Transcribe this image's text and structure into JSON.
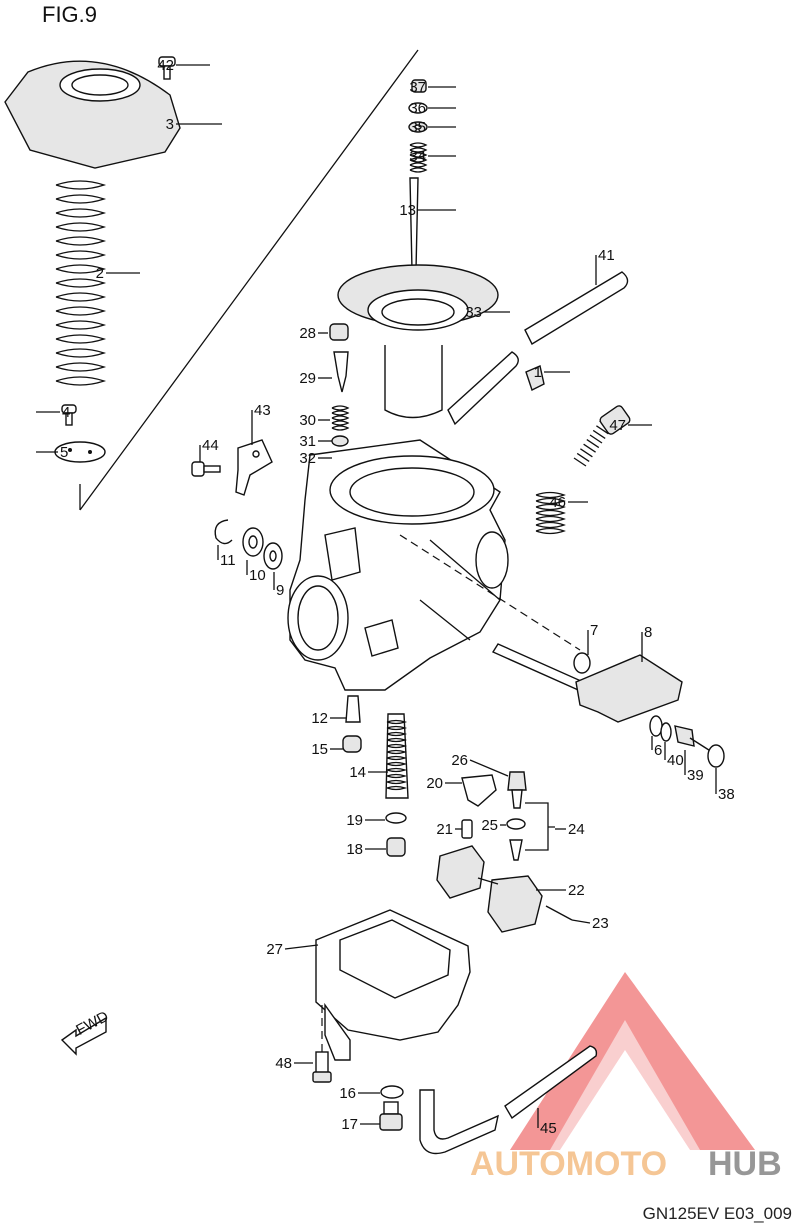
{
  "figure_title": "FIG.9",
  "drawing_code": "GN125EV E03_009",
  "fwd_label": "FWD",
  "watermark": {
    "text_part1": "AUTOMOTO",
    "text_part2": "HUB",
    "color_orange": "#f5c08a",
    "color_red": "#f28b8b",
    "color_gray": "#8c8c8c"
  },
  "callouts": [
    {
      "id": "42",
      "text": "42"
    },
    {
      "id": "3",
      "text": "3"
    },
    {
      "id": "2",
      "text": "2"
    },
    {
      "id": "4",
      "text": "4"
    },
    {
      "id": "5",
      "text": "5"
    },
    {
      "id": "37",
      "text": "37"
    },
    {
      "id": "36",
      "text": "36"
    },
    {
      "id": "35",
      "text": "35"
    },
    {
      "id": "34",
      "text": "34"
    },
    {
      "id": "13",
      "text": "13"
    },
    {
      "id": "41",
      "text": "41"
    },
    {
      "id": "33",
      "text": "33"
    },
    {
      "id": "28",
      "text": "28"
    },
    {
      "id": "1",
      "text": "1"
    },
    {
      "id": "29",
      "text": "29"
    },
    {
      "id": "43",
      "text": "43"
    },
    {
      "id": "30",
      "text": "30"
    },
    {
      "id": "47",
      "text": "47"
    },
    {
      "id": "44",
      "text": "44"
    },
    {
      "id": "31",
      "text": "31"
    },
    {
      "id": "32",
      "text": "32"
    },
    {
      "id": "46",
      "text": "46"
    },
    {
      "id": "11",
      "text": "11"
    },
    {
      "id": "10",
      "text": "10"
    },
    {
      "id": "9",
      "text": "9"
    },
    {
      "id": "7",
      "text": "7"
    },
    {
      "id": "8",
      "text": "8"
    },
    {
      "id": "12",
      "text": "12"
    },
    {
      "id": "15",
      "text": "15"
    },
    {
      "id": "6",
      "text": "6"
    },
    {
      "id": "40",
      "text": "40"
    },
    {
      "id": "39",
      "text": "39"
    },
    {
      "id": "14",
      "text": "14"
    },
    {
      "id": "26",
      "text": "26"
    },
    {
      "id": "20",
      "text": "20"
    },
    {
      "id": "38",
      "text": "38"
    },
    {
      "id": "19",
      "text": "19"
    },
    {
      "id": "21",
      "text": "21"
    },
    {
      "id": "25",
      "text": "25"
    },
    {
      "id": "24",
      "text": "24"
    },
    {
      "id": "18",
      "text": "18"
    },
    {
      "id": "22",
      "text": "22"
    },
    {
      "id": "23",
      "text": "23"
    },
    {
      "id": "27",
      "text": "27"
    },
    {
      "id": "48",
      "text": "48"
    },
    {
      "id": "16",
      "text": "16"
    },
    {
      "id": "17",
      "text": "17"
    },
    {
      "id": "45",
      "text": "45"
    }
  ]
}
